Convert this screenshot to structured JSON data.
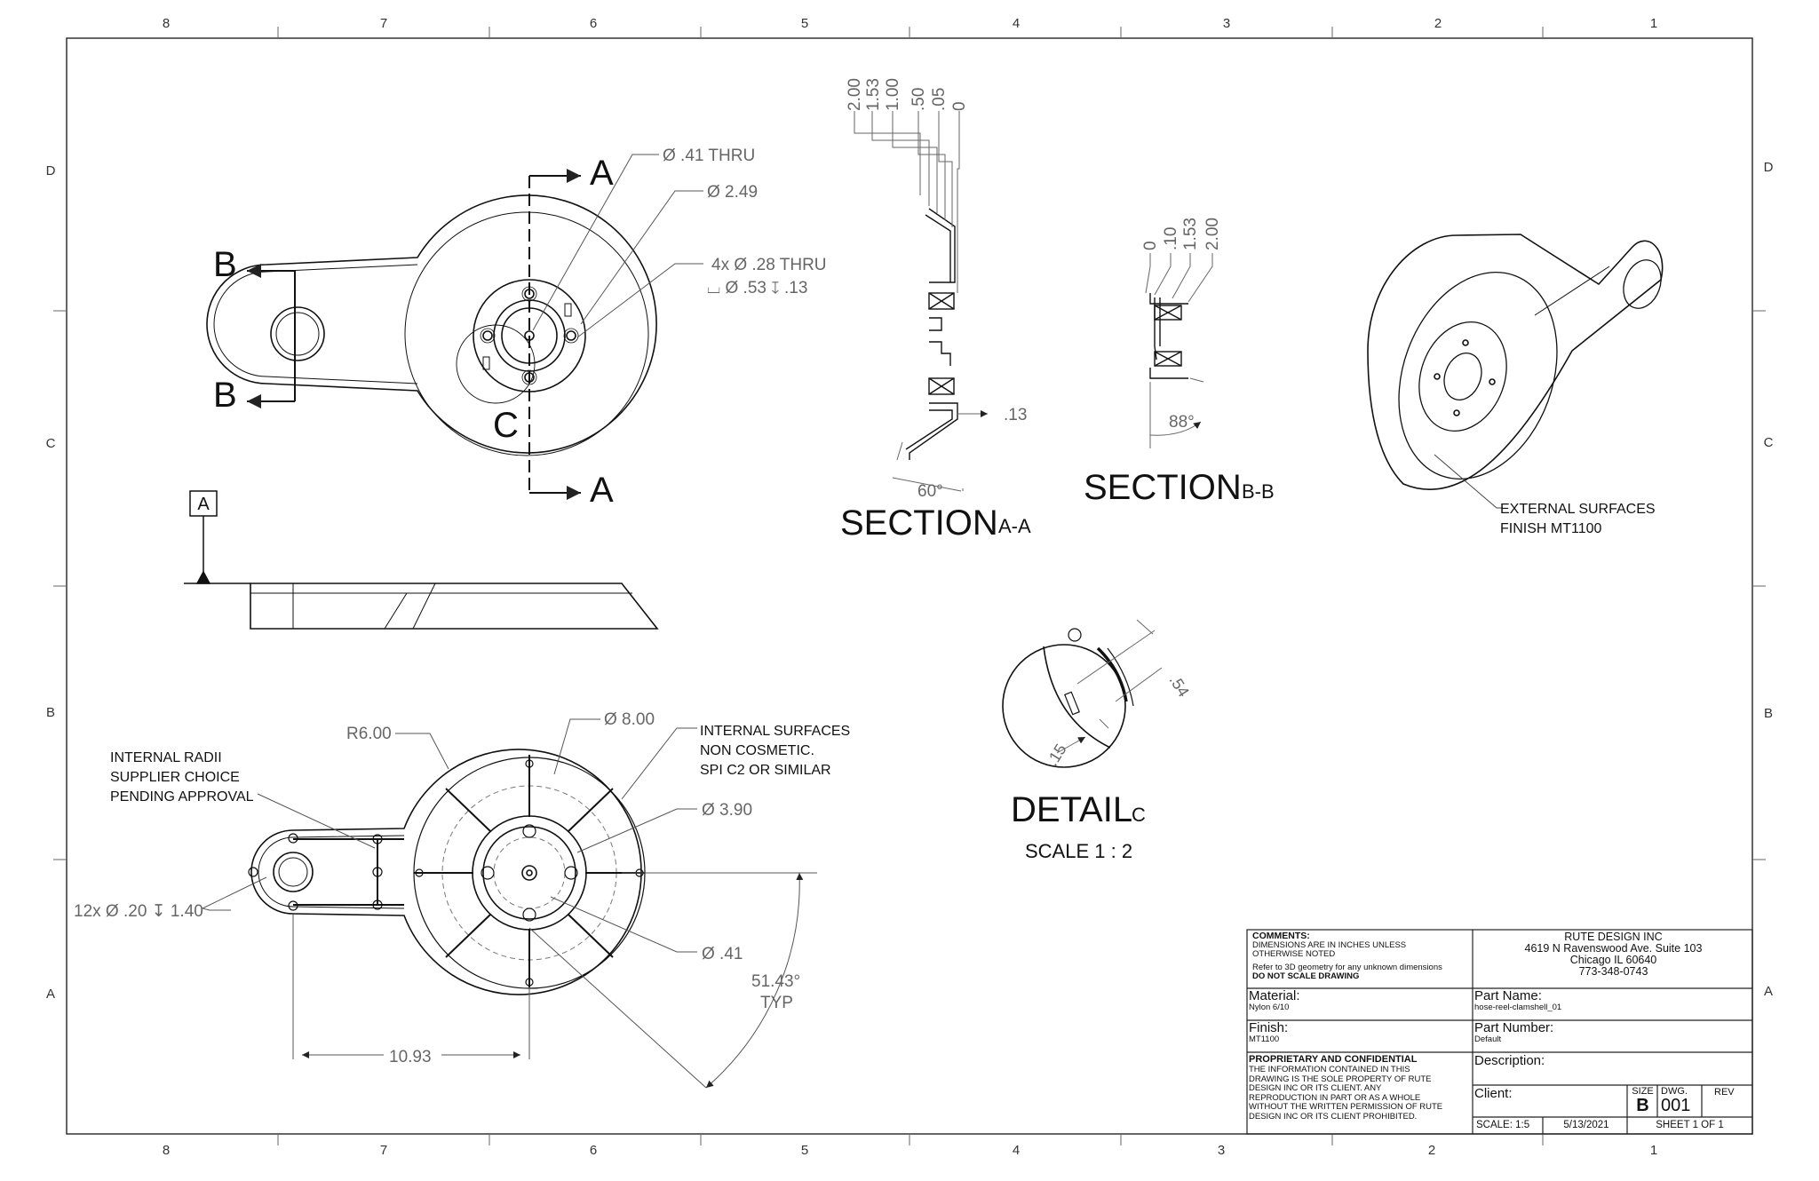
{
  "zones": {
    "columns": [
      "8",
      "7",
      "6",
      "5",
      "4",
      "3",
      "2",
      "1"
    ],
    "rows": [
      "D",
      "C",
      "B",
      "A"
    ]
  },
  "views": {
    "top": {
      "hole_thru": "Ø .41 THRU",
      "dia_2_49": "Ø 2.49",
      "holes_4x_line1": "4x Ø .28 THRU",
      "holes_4x_line2": "⌴ Ø .53 ↧ .13",
      "section_a_letter": "A",
      "section_b_letter": "B",
      "detail_c_letter": "C"
    },
    "datum": "A",
    "section_aa": {
      "title": "SECTION",
      "suffix": "A-A",
      "dims": [
        "2.00",
        "1.53",
        "1.00",
        ".50",
        ".05",
        "0"
      ],
      "thickness": ".13",
      "angle": "60°"
    },
    "section_bb": {
      "title": "SECTION",
      "suffix": "B-B",
      "dims": [
        "0",
        ".10",
        "1.53",
        "2.00"
      ],
      "angle": "88°"
    },
    "iso": {
      "note_line1": "EXTERNAL SURFACES",
      "note_line2": "FINISH MT1100"
    },
    "detail_c": {
      "title": "DETAIL",
      "suffix": "C",
      "scale": "SCALE 1 : 2",
      "dim_54": ".54",
      "dim_15": ".15"
    },
    "bottom": {
      "r6": "R6.00",
      "d8": "Ø 8.00",
      "d3_90": "Ø 3.90",
      "d0_41": "Ø .41",
      "internal_surfaces": [
        "INTERNAL SURFACES",
        "NON COSMETIC.",
        "SPI C2 OR SIMILAR"
      ],
      "internal_radii": [
        "INTERNAL RADII",
        "SUPPLIER CHOICE",
        "PENDING APPROVAL"
      ],
      "holes_12x": "12x Ø .20 ↧ 1.40",
      "angle": "51.43°",
      "angle_typ": "TYP",
      "length": "10.93"
    }
  },
  "title_block": {
    "comments_label": "COMMENTS:",
    "comments_line1": "DIMENSIONS ARE IN INCHES UNLESS",
    "comments_line2": "OTHERWISE NOTED",
    "comments_line3": "Refer to 3D geometry for any unknown dimensions",
    "comments_line4": "DO NOT SCALE DRAWING",
    "company_name": "RUTE DESIGN INC",
    "company_address1": "4619 N Ravenswood Ave. Suite 103",
    "company_address2": "Chicago IL 60640",
    "company_phone": "773-348-0743",
    "material_label": "Material:",
    "material_value": "Nylon 6/10",
    "part_name_label": "Part Name:",
    "part_name_value": "hose-reel-clamshell_01",
    "finish_label": "Finish:",
    "finish_value": "MT1100",
    "part_number_label": "Part Number:",
    "part_number_value": "Default",
    "proprietary_label": "PROPRIETARY AND CONFIDENTIAL",
    "proprietary_text1": "THE INFORMATION CONTAINED IN THIS",
    "proprietary_text2": "DRAWING IS THE SOLE PROPERTY OF RUTE",
    "proprietary_text3": "DESIGN INC OR ITS CLIENT.  ANY",
    "proprietary_text4": "REPRODUCTION IN PART OR AS A WHOLE",
    "proprietary_text5": "WITHOUT THE WRITTEN PERMISSION OF RUTE",
    "proprietary_text6": "DESIGN INC OR ITS CLIENT PROHIBITED.",
    "description_label": "Description:",
    "client_label": "Client:",
    "size_label": "SIZE",
    "size_value": "B",
    "dwg_label": "DWG.",
    "dwg_value": "001",
    "rev_label": "REV",
    "scale": "SCALE: 1:5",
    "date": "5/13/2021",
    "sheet": "SHEET 1 OF 1"
  }
}
